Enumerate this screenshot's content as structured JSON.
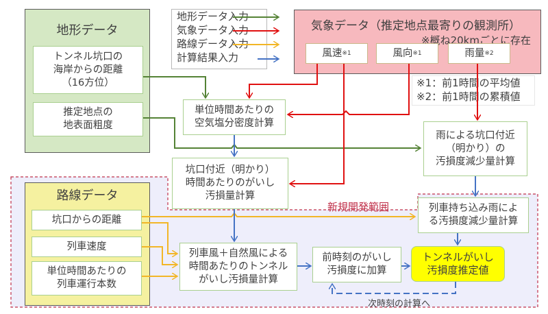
{
  "legend": {
    "items": [
      {
        "label": "地形データ入力",
        "color": "#548235"
      },
      {
        "label": "気象データ入力",
        "color": "#e01010"
      },
      {
        "label": "路線データ入力",
        "color": "#f2b626"
      },
      {
        "label": "計算結果入力",
        "color": "#4472c4"
      }
    ]
  },
  "terrain": {
    "title": "地形データ",
    "items": [
      "トンネル坑口の\n海岸からの距離\n（16方位）",
      "推定地点の\n地表面粗度"
    ]
  },
  "weather": {
    "title": "気象データ（推定地点最寄りの観測所）",
    "subtitle": "※概ね20kmごとに存在",
    "items": [
      {
        "label": "風速",
        "note": "※1"
      },
      {
        "label": "風向",
        "note": "※1"
      },
      {
        "label": "雨量",
        "note": "※2"
      }
    ],
    "footnotes": [
      "※1：前1時間の平均値",
      "※2：前1時間の累積値"
    ]
  },
  "route": {
    "title": "路線データ",
    "items": [
      "坑口からの距離",
      "列車速度",
      "単位時間あたりの\n列車運行本数"
    ]
  },
  "process": {
    "salt_density": "単位時間あたりの\n空気塩分密度計算",
    "portal_pollution": "坑口付近（明かり）\n時間あたりのがいし\n汚損量計算",
    "rain_reduction": "雨による坑口付近\n（明かり）の\n汚損度減少量計算",
    "train_rain_reduction": "列車持ち込み雨によ\nる汚損度減少量計算",
    "train_wind": "列車風＋自然風による\n時間あたりのトンネル\nがいし汚損量計算",
    "add_previous": "前時刻のがいし\n汚損度に加算",
    "result": "トンネルがいし\n汚損度推定値"
  },
  "new_dev_label": "新規開発範囲",
  "next_step_label": "次時刻の計算へ",
  "colors": {
    "terrain_fill": "#d5e8c4",
    "weather_fill": "#f7b9be",
    "route_fill": "#f5f1a0",
    "result_fill": "#ffff00",
    "new_dev_fill": "#eeeefb",
    "new_dev_border": "#c0304a"
  }
}
